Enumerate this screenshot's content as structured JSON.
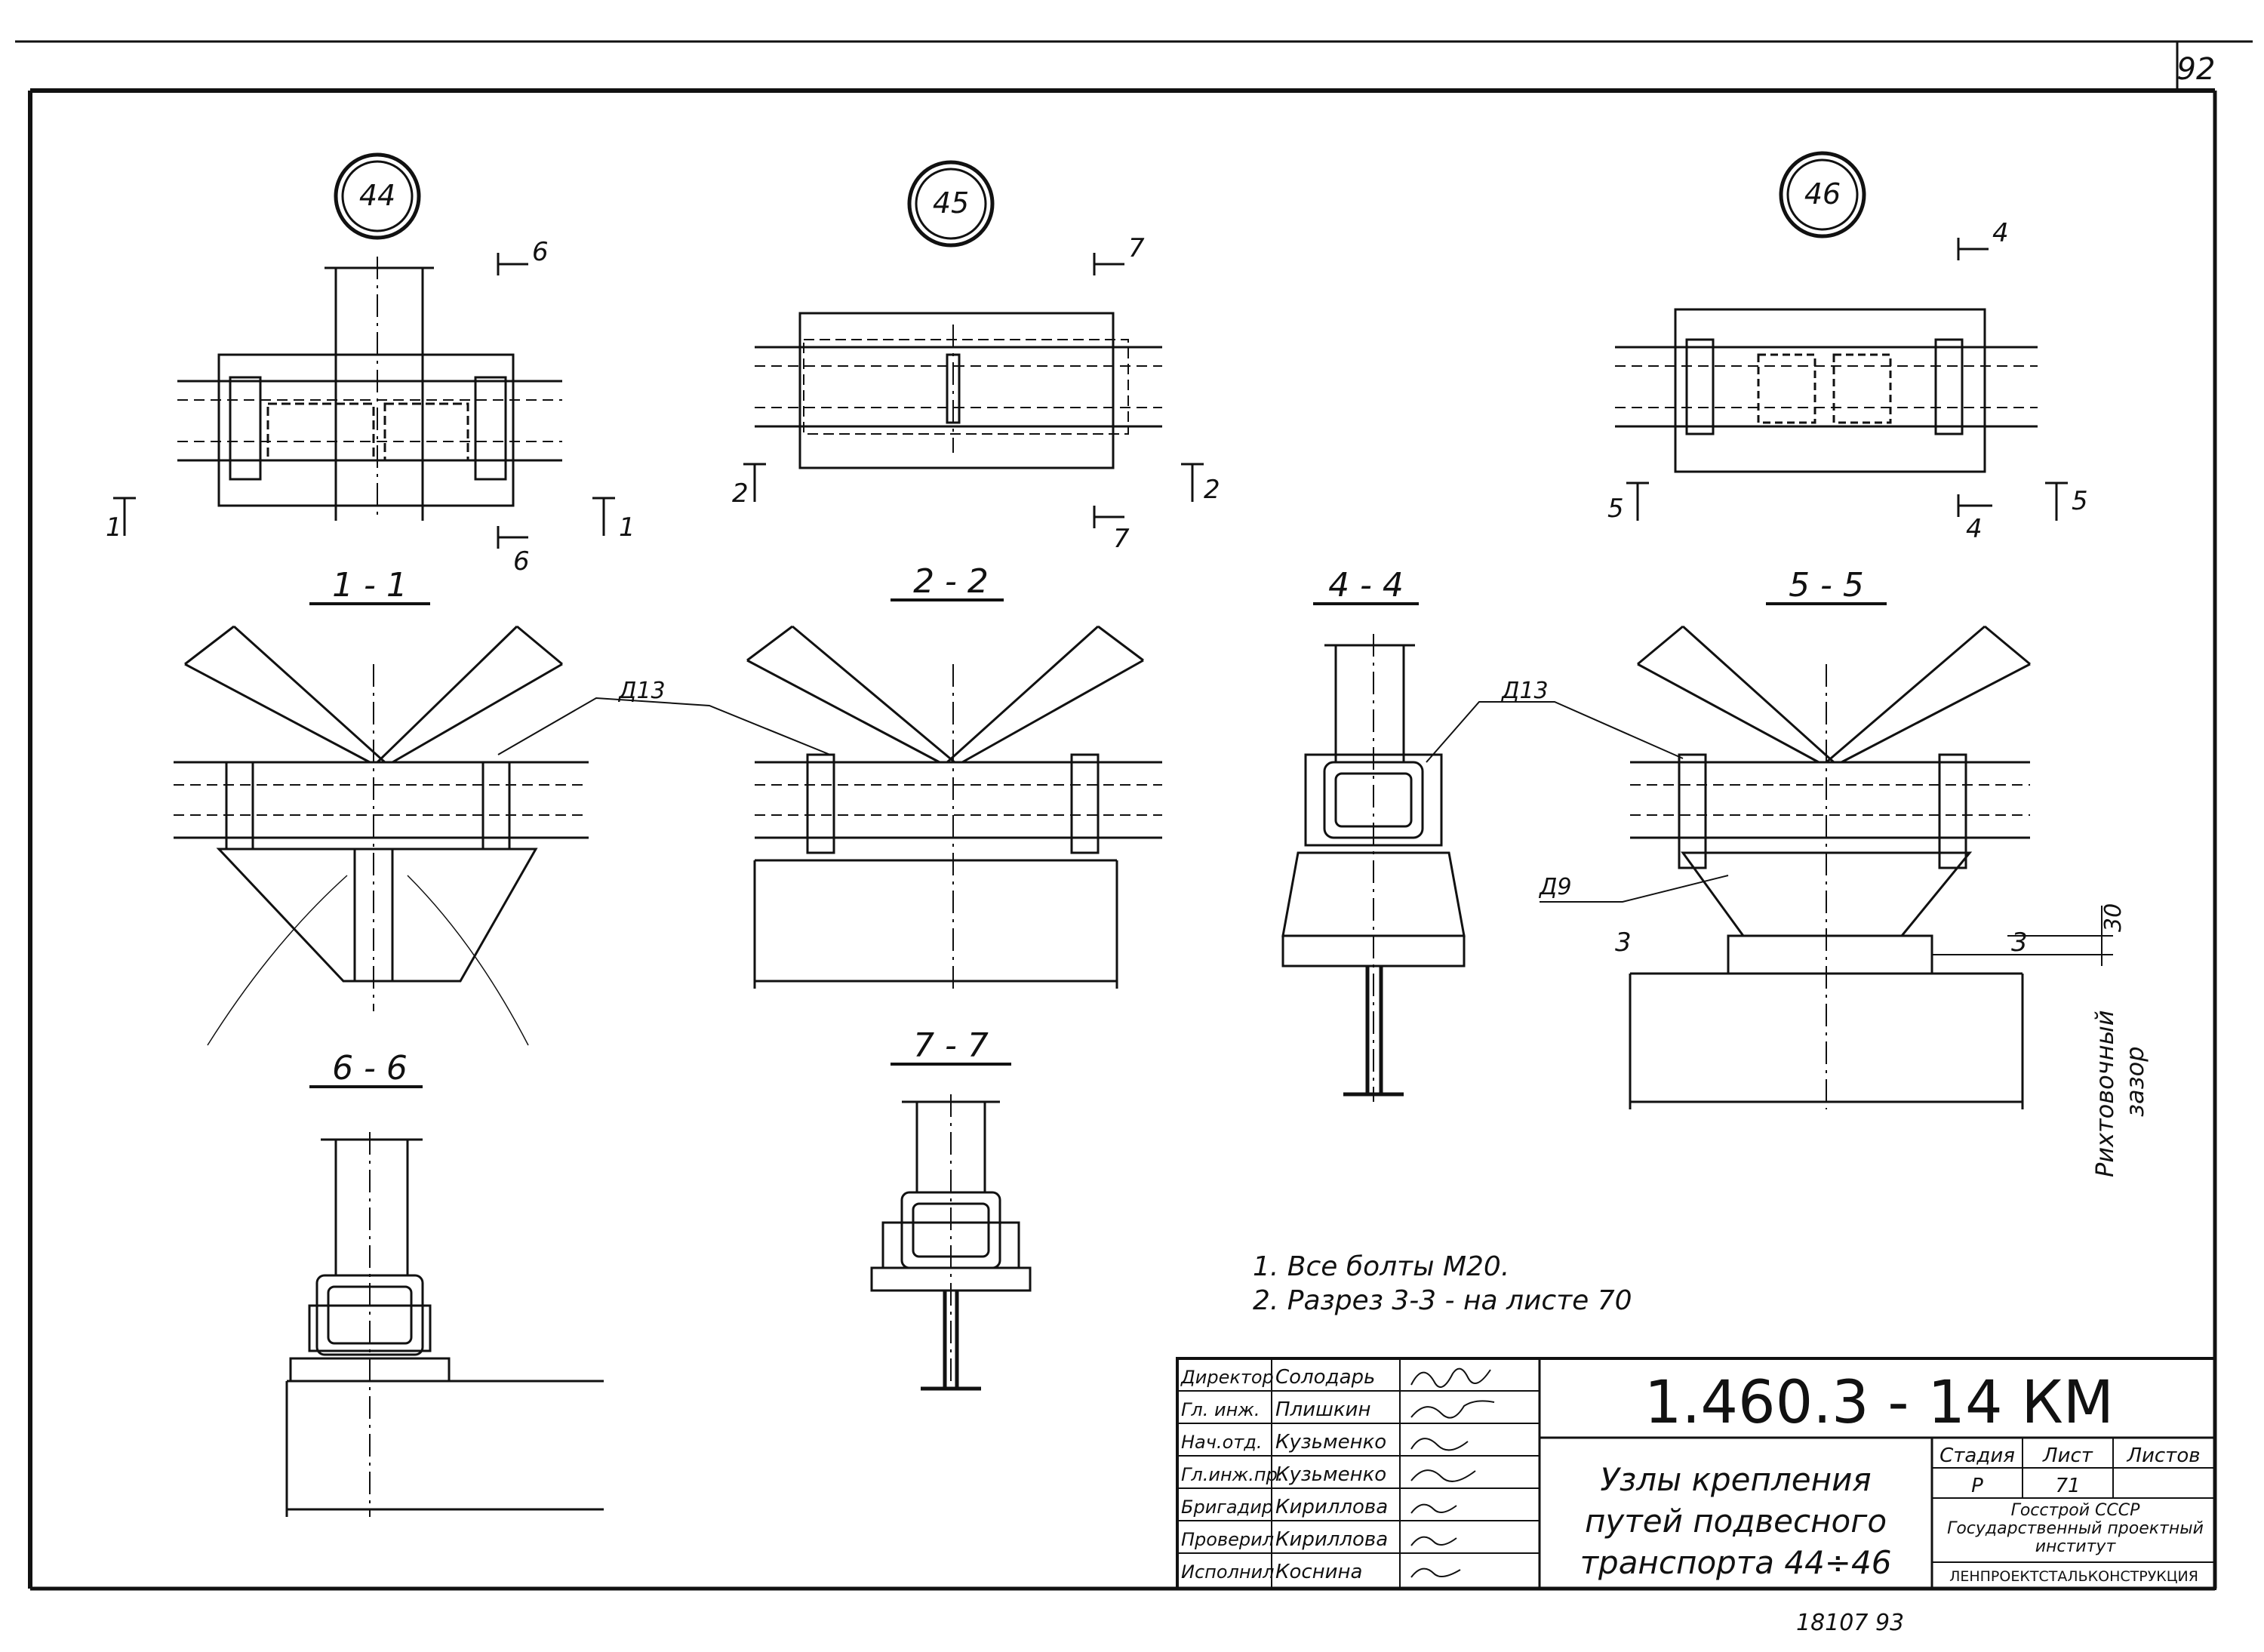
{
  "sheet_number": "92",
  "nodes": [
    {
      "id": "44"
    },
    {
      "id": "45"
    },
    {
      "id": "46"
    }
  ],
  "section_titles": {
    "s11": "1 - 1",
    "s22": "2 - 2",
    "s44": "4 - 4",
    "s55": "5 - 5",
    "s66": "6 - 6",
    "s77": "7 - 7"
  },
  "cut_marks": {
    "n44_top": "6",
    "n44_bot": "6",
    "n44_left": "1",
    "n44_right": "1",
    "n45_top": "7",
    "n45_bot": "7",
    "n45_left": "2",
    "n45_right": "2",
    "n46_top": "4",
    "n46_bot": "4",
    "n46_left": "5",
    "n46_right": "5",
    "s55_left": "3",
    "s55_right": "3"
  },
  "labels": {
    "d13_a": "Д13",
    "d13_b": "Д13",
    "d9": "Д9",
    "dim_30": "30",
    "gap_line1": "Рихтовочный",
    "gap_line2": "зазор"
  },
  "notes": [
    "1.  Все  болты  М20.",
    "2.  Разрез 3-3 - на   листе 70"
  ],
  "title_block": {
    "doc_code": "1.460.3 - 14  КМ",
    "title_lines": [
      "Узлы  крепления",
      "путей  подвесного",
      "транспорта  44÷46"
    ],
    "signatures": [
      {
        "role": "Директор",
        "name": "Солодарь"
      },
      {
        "role": "Гл. инж.",
        "name": "Плишкин"
      },
      {
        "role": "Нач.отд.",
        "name": "Кузьменко"
      },
      {
        "role": "Гл.инж.пр.",
        "name": "Кузьменко"
      },
      {
        "role": "Бригадир",
        "name": "Кириллова"
      },
      {
        "role": "Проверил",
        "name": "Кириллова"
      },
      {
        "role": "Исполнил",
        "name": "Коснина"
      }
    ],
    "stage_header": "Стадия",
    "sheet_header": "Лист",
    "sheets_header": "Листов",
    "stage_value": "Р",
    "sheet_value": "71",
    "org_line1": "Госстрой СССР",
    "org_line2": "Государственный проектный",
    "org_line3": "институт",
    "org_line4": "ЛЕНПРОЕКТСТАЛЬКОНСТРУКЦИЯ"
  },
  "footer_numbers": "18107   93"
}
